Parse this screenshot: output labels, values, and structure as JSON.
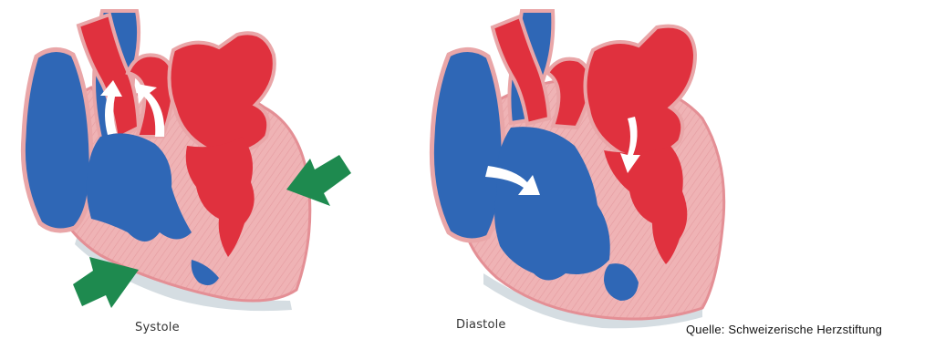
{
  "captions": {
    "systole": "Systole",
    "diastole": "Diastole",
    "source": "Quelle: Schweizerische Herzstiftung"
  },
  "colors": {
    "background": "#ffffff",
    "pericardium": "#e9a6a8",
    "myocardium": "#efb3b5",
    "oxygen_poor_blood": "#2f67b6",
    "oxygen_rich_blood": "#e0313e",
    "apex_shadow": "#d5dde2",
    "flow_arrow": "#ffffff",
    "contraction_arrow": "#1e8a4f"
  },
  "icons": {
    "flow": "white-flow-arrow",
    "contraction": "green-contraction-arrow"
  }
}
